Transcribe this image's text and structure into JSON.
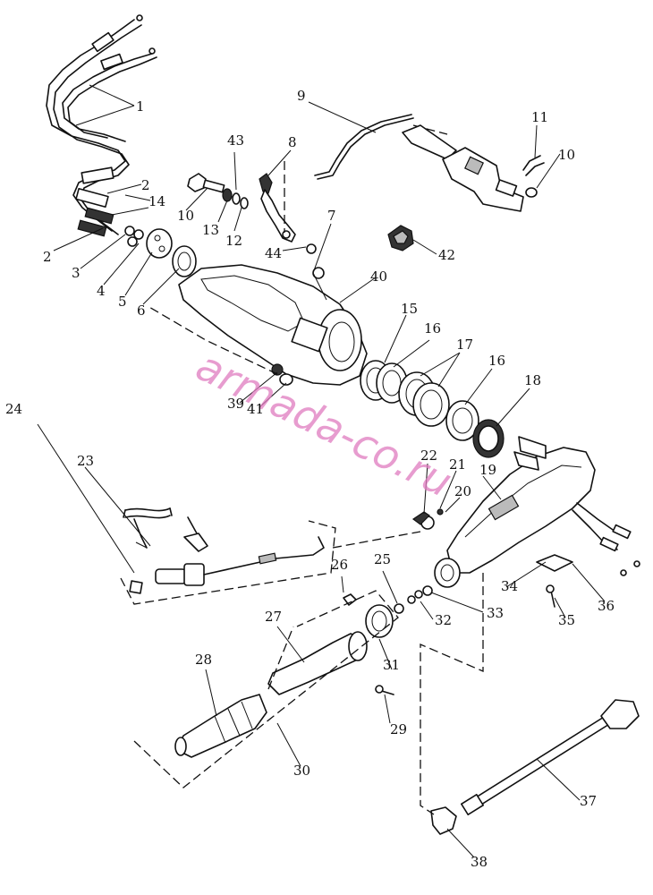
{
  "watermark": "armada-co.ru",
  "labels": {
    "p1": "1",
    "p2a": "2",
    "p2b": "2",
    "p3": "3",
    "p4": "4",
    "p5": "5",
    "p6": "6",
    "p7": "7",
    "p8": "8",
    "p9": "9",
    "p10a": "10",
    "p10b": "10",
    "p11": "11",
    "p12": "12",
    "p13": "13",
    "p14": "14",
    "p15": "15",
    "p16a": "16",
    "p16b": "16",
    "p17": "17",
    "p18": "18",
    "p19": "19",
    "p20": "20",
    "p21": "21",
    "p22": "22",
    "p23": "23",
    "p24": "24",
    "p25": "25",
    "p26": "26",
    "p27": "27",
    "p28": "28",
    "p29": "29",
    "p30": "30",
    "p31": "31",
    "p32": "32",
    "p33": "33",
    "p34": "34",
    "p35": "35",
    "p36": "36",
    "p37": "37",
    "p38": "38",
    "p39": "39",
    "p40": "40",
    "p41": "41",
    "p42": "42",
    "p43": "43",
    "p44": "44"
  }
}
